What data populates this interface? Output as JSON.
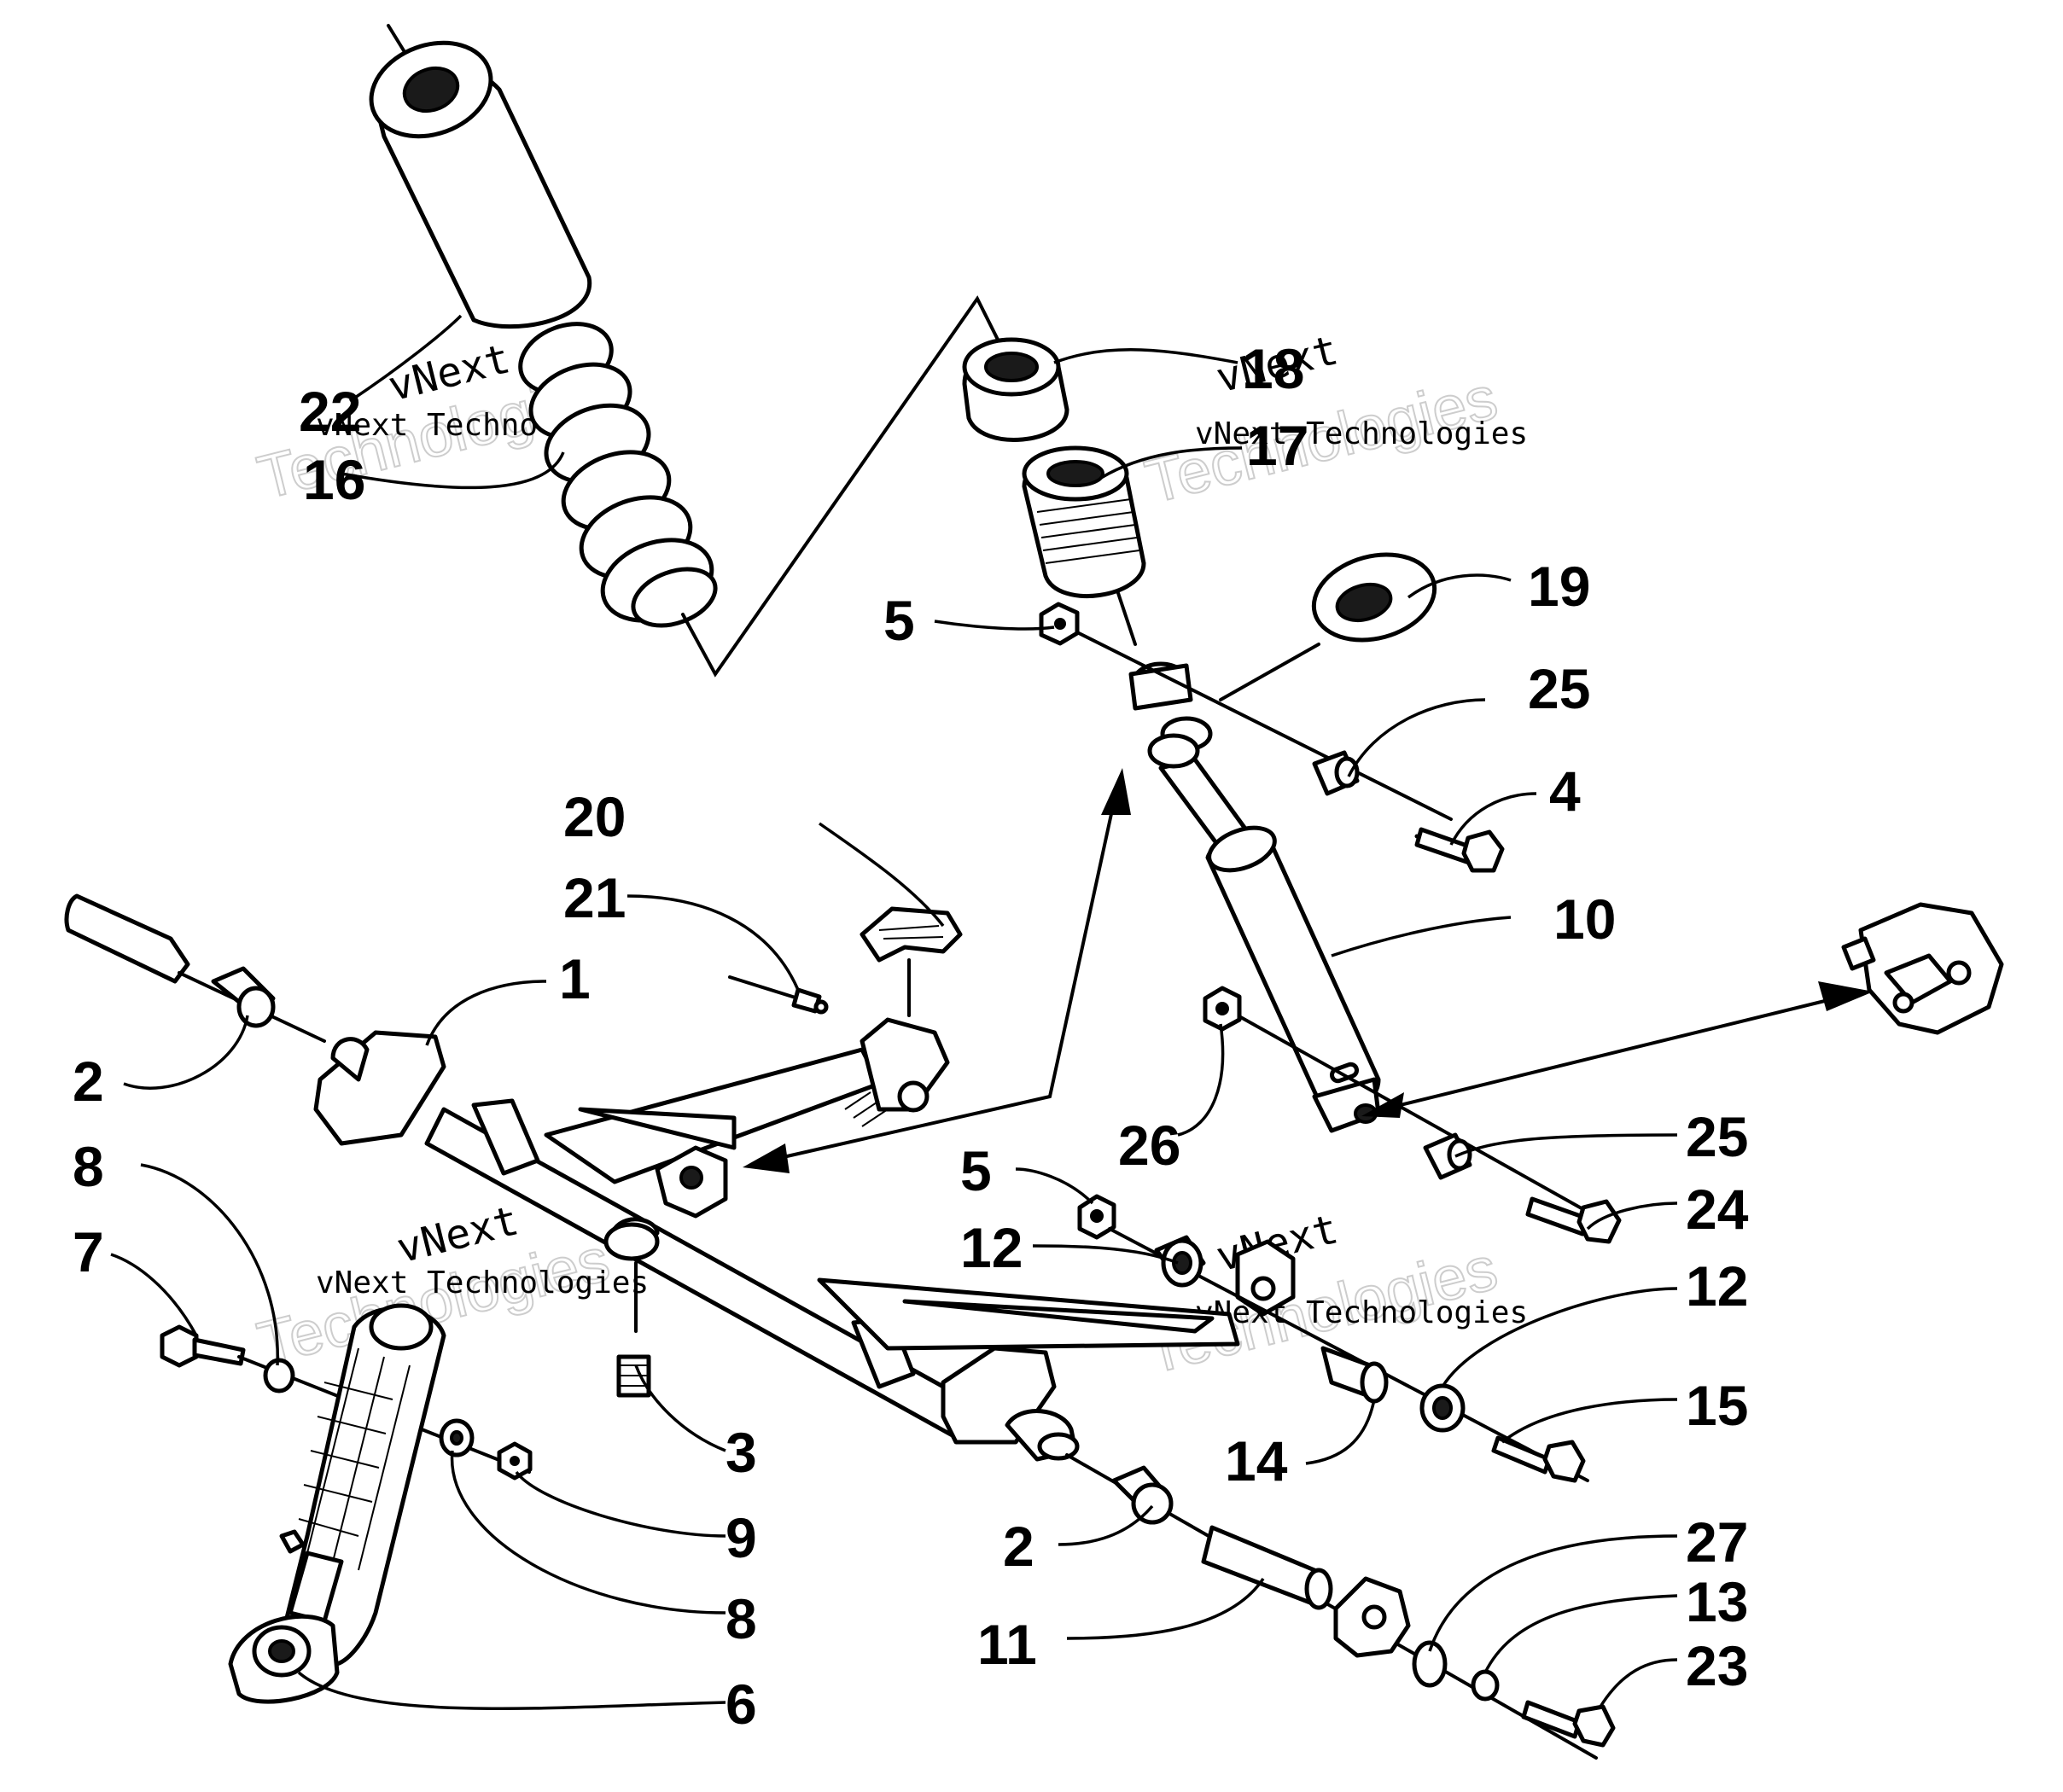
{
  "watermark": {
    "brand_top": "vNext",
    "brand_line": "vNext Technologies",
    "brand_big": "Technologies"
  },
  "callouts": [
    {
      "id": "c22",
      "label": "22"
    },
    {
      "id": "c16",
      "label": "16"
    },
    {
      "id": "c18",
      "label": "18"
    },
    {
      "id": "c17",
      "label": "17"
    },
    {
      "id": "c19",
      "label": "19"
    },
    {
      "id": "c5a",
      "label": "5"
    },
    {
      "id": "c25a",
      "label": "25"
    },
    {
      "id": "c4",
      "label": "4"
    },
    {
      "id": "c10",
      "label": "10"
    },
    {
      "id": "c20",
      "label": "20"
    },
    {
      "id": "c21",
      "label": "21"
    },
    {
      "id": "c1",
      "label": "1"
    },
    {
      "id": "c2a",
      "label": "2"
    },
    {
      "id": "c8a",
      "label": "8"
    },
    {
      "id": "c7",
      "label": "7"
    },
    {
      "id": "c26",
      "label": "26"
    },
    {
      "id": "c25b",
      "label": "25"
    },
    {
      "id": "c5b",
      "label": "5"
    },
    {
      "id": "c24",
      "label": "24"
    },
    {
      "id": "c12a",
      "label": "12"
    },
    {
      "id": "c12b",
      "label": "12"
    },
    {
      "id": "c3",
      "label": "3"
    },
    {
      "id": "c15",
      "label": "15"
    },
    {
      "id": "c14",
      "label": "14"
    },
    {
      "id": "c9",
      "label": "9"
    },
    {
      "id": "c2b",
      "label": "2"
    },
    {
      "id": "c27",
      "label": "27"
    },
    {
      "id": "c8b",
      "label": "8"
    },
    {
      "id": "c13",
      "label": "13"
    },
    {
      "id": "c11",
      "label": "11"
    },
    {
      "id": "c23",
      "label": "23"
    },
    {
      "id": "c6",
      "label": "6"
    }
  ]
}
